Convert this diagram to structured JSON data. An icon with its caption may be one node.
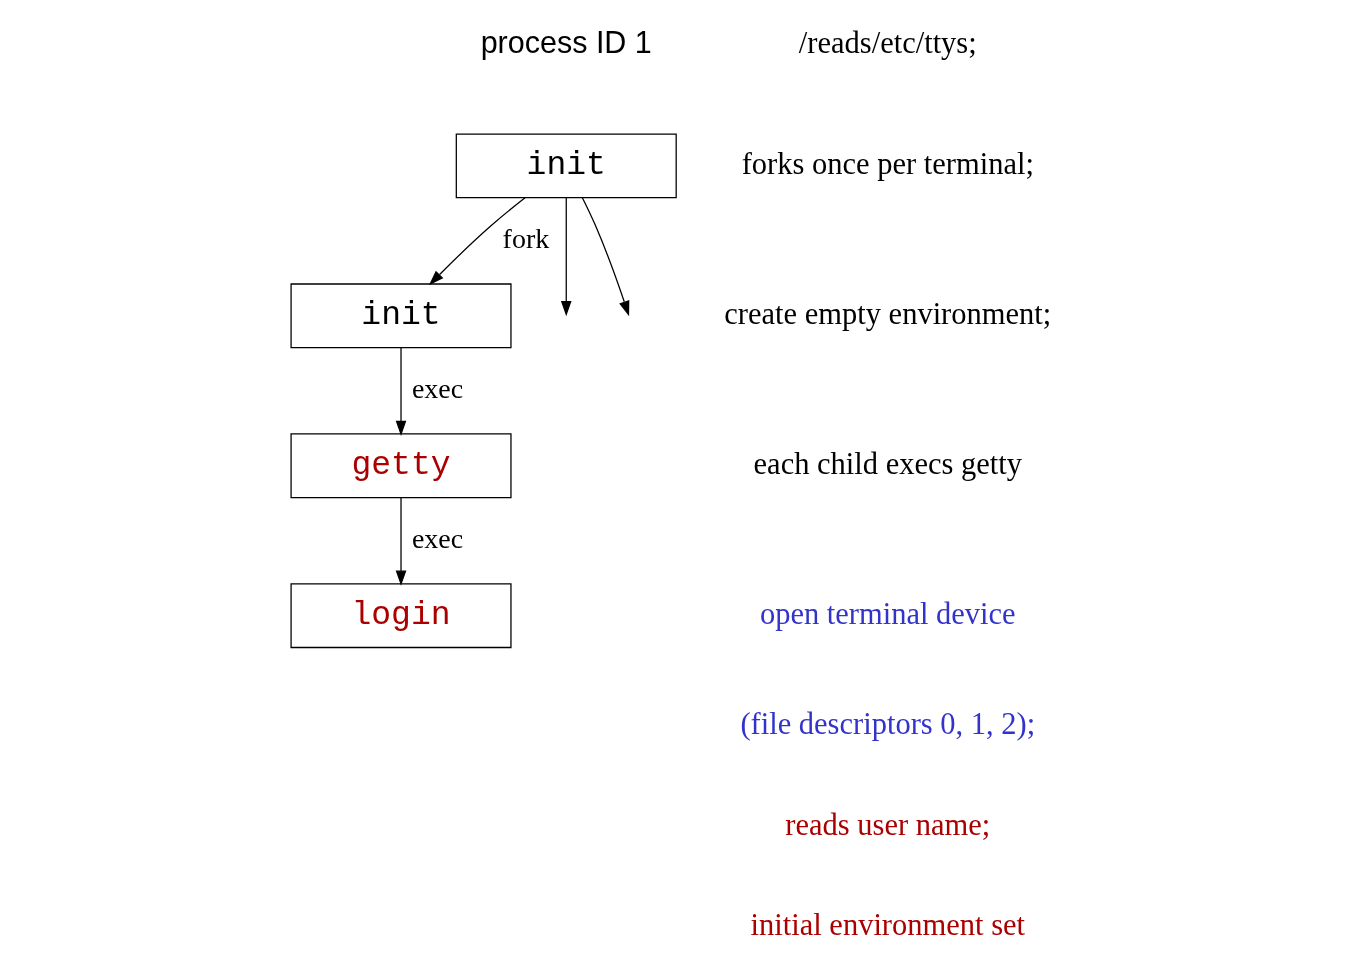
{
  "diagram": {
    "nodes": [
      {
        "text": [
          "init"
        ],
        "beside": [
          "process ID 1"
        ]
      },
      {
        "text": [
          "init"
        ]
      },
      {
        "text": [
          "getty"
        ]
      },
      {
        "text": [
          "login"
        ]
      }
    ],
    "edges": [
      {
        "from": 0,
        "to": null,
        "arrow": "to"
      },
      {
        "from": 0,
        "to": 1,
        "arrow": "to",
        "label": "fork"
      },
      {
        "from": 0,
        "to": null,
        "arrow": "to"
      },
      {
        "from": 1,
        "to": 2,
        "arrow": "to",
        "label": "exec"
      },
      {
        "from": 2,
        "to": 3,
        "arrow": "to",
        "label": "exec"
      }
    ],
    "labels": [
      "/reads/etc/ttys;",
      "forks once per terminal;",
      "create empty environment;",
      "each child execs getty",
      "open terminal device",
      "(file descriptors 0, 1, 2);",
      "reads user name;",
      "initial environment set"
    ]
  }
}
